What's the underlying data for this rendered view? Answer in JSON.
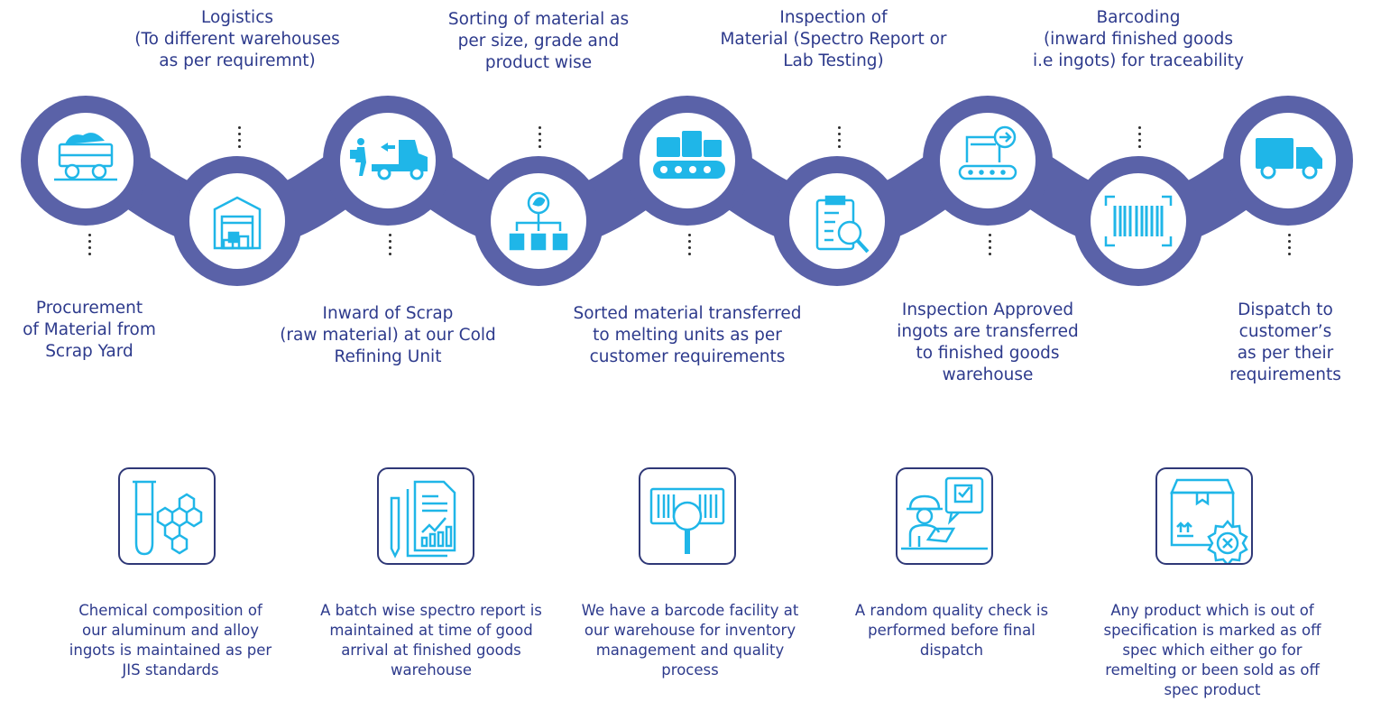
{
  "colors": {
    "track": "#5a62a8",
    "icon": "#1fb6e8",
    "text": "#2d3a8c",
    "box_border": "#2f3877"
  },
  "process": {
    "steps": [
      {
        "id": 1,
        "label": "Procurement\nof Material from\nScrap Yard",
        "icon": "mining-cart-icon"
      },
      {
        "id": 2,
        "label": "Logistics\n(To different warehouses\nas per requiremnt)",
        "icon": "warehouse-icon"
      },
      {
        "id": 3,
        "label": "Inward of Scrap\n(raw material) at our Cold\nRefining Unit",
        "icon": "delivery-truck-icon"
      },
      {
        "id": 4,
        "label": "Sorting of material as\nper size, grade and\nproduct wise",
        "icon": "sorting-bins-icon"
      },
      {
        "id": 5,
        "label": "Sorted material transferred\nto melting units as per\ncustomer requirements",
        "icon": "conveyor-boxes-icon"
      },
      {
        "id": 6,
        "label": "Inspection of\nMaterial (Spectro Report or\nLab Testing)",
        "icon": "clipboard-inspection-icon"
      },
      {
        "id": 7,
        "label": "Inspection Approved\ningots are transferred\nto finished goods\nwarehouse",
        "icon": "conveyor-transfer-icon"
      },
      {
        "id": 8,
        "label": "Barcoding\n(inward finished goods\ni.e ingots) for traceability",
        "icon": "barcode-scan-icon"
      },
      {
        "id": 9,
        "label": "Dispatch to customer’s\nas per their\nrequirements",
        "icon": "dispatch-truck-icon"
      }
    ]
  },
  "quality": [
    {
      "text": "Chemical composition of our aluminum and alloy ingots is maintained as per JIS standards",
      "icon": "test-tube-molecule-icon"
    },
    {
      "text": "A batch wise spectro report is maintained at time of good arrival at finished goods warehouse",
      "icon": "report-chart-icon"
    },
    {
      "text": "We have a barcode facility at our warehouse for inventory management and quality process",
      "icon": "barcode-magnifier-icon"
    },
    {
      "text": "A random quality check is performed before final dispatch",
      "icon": "inspector-checklist-icon"
    },
    {
      "text": "Any product which is out of specification is marked as off spec which either go for remelting or been sold as off spec product",
      "icon": "rejected-box-icon"
    }
  ]
}
